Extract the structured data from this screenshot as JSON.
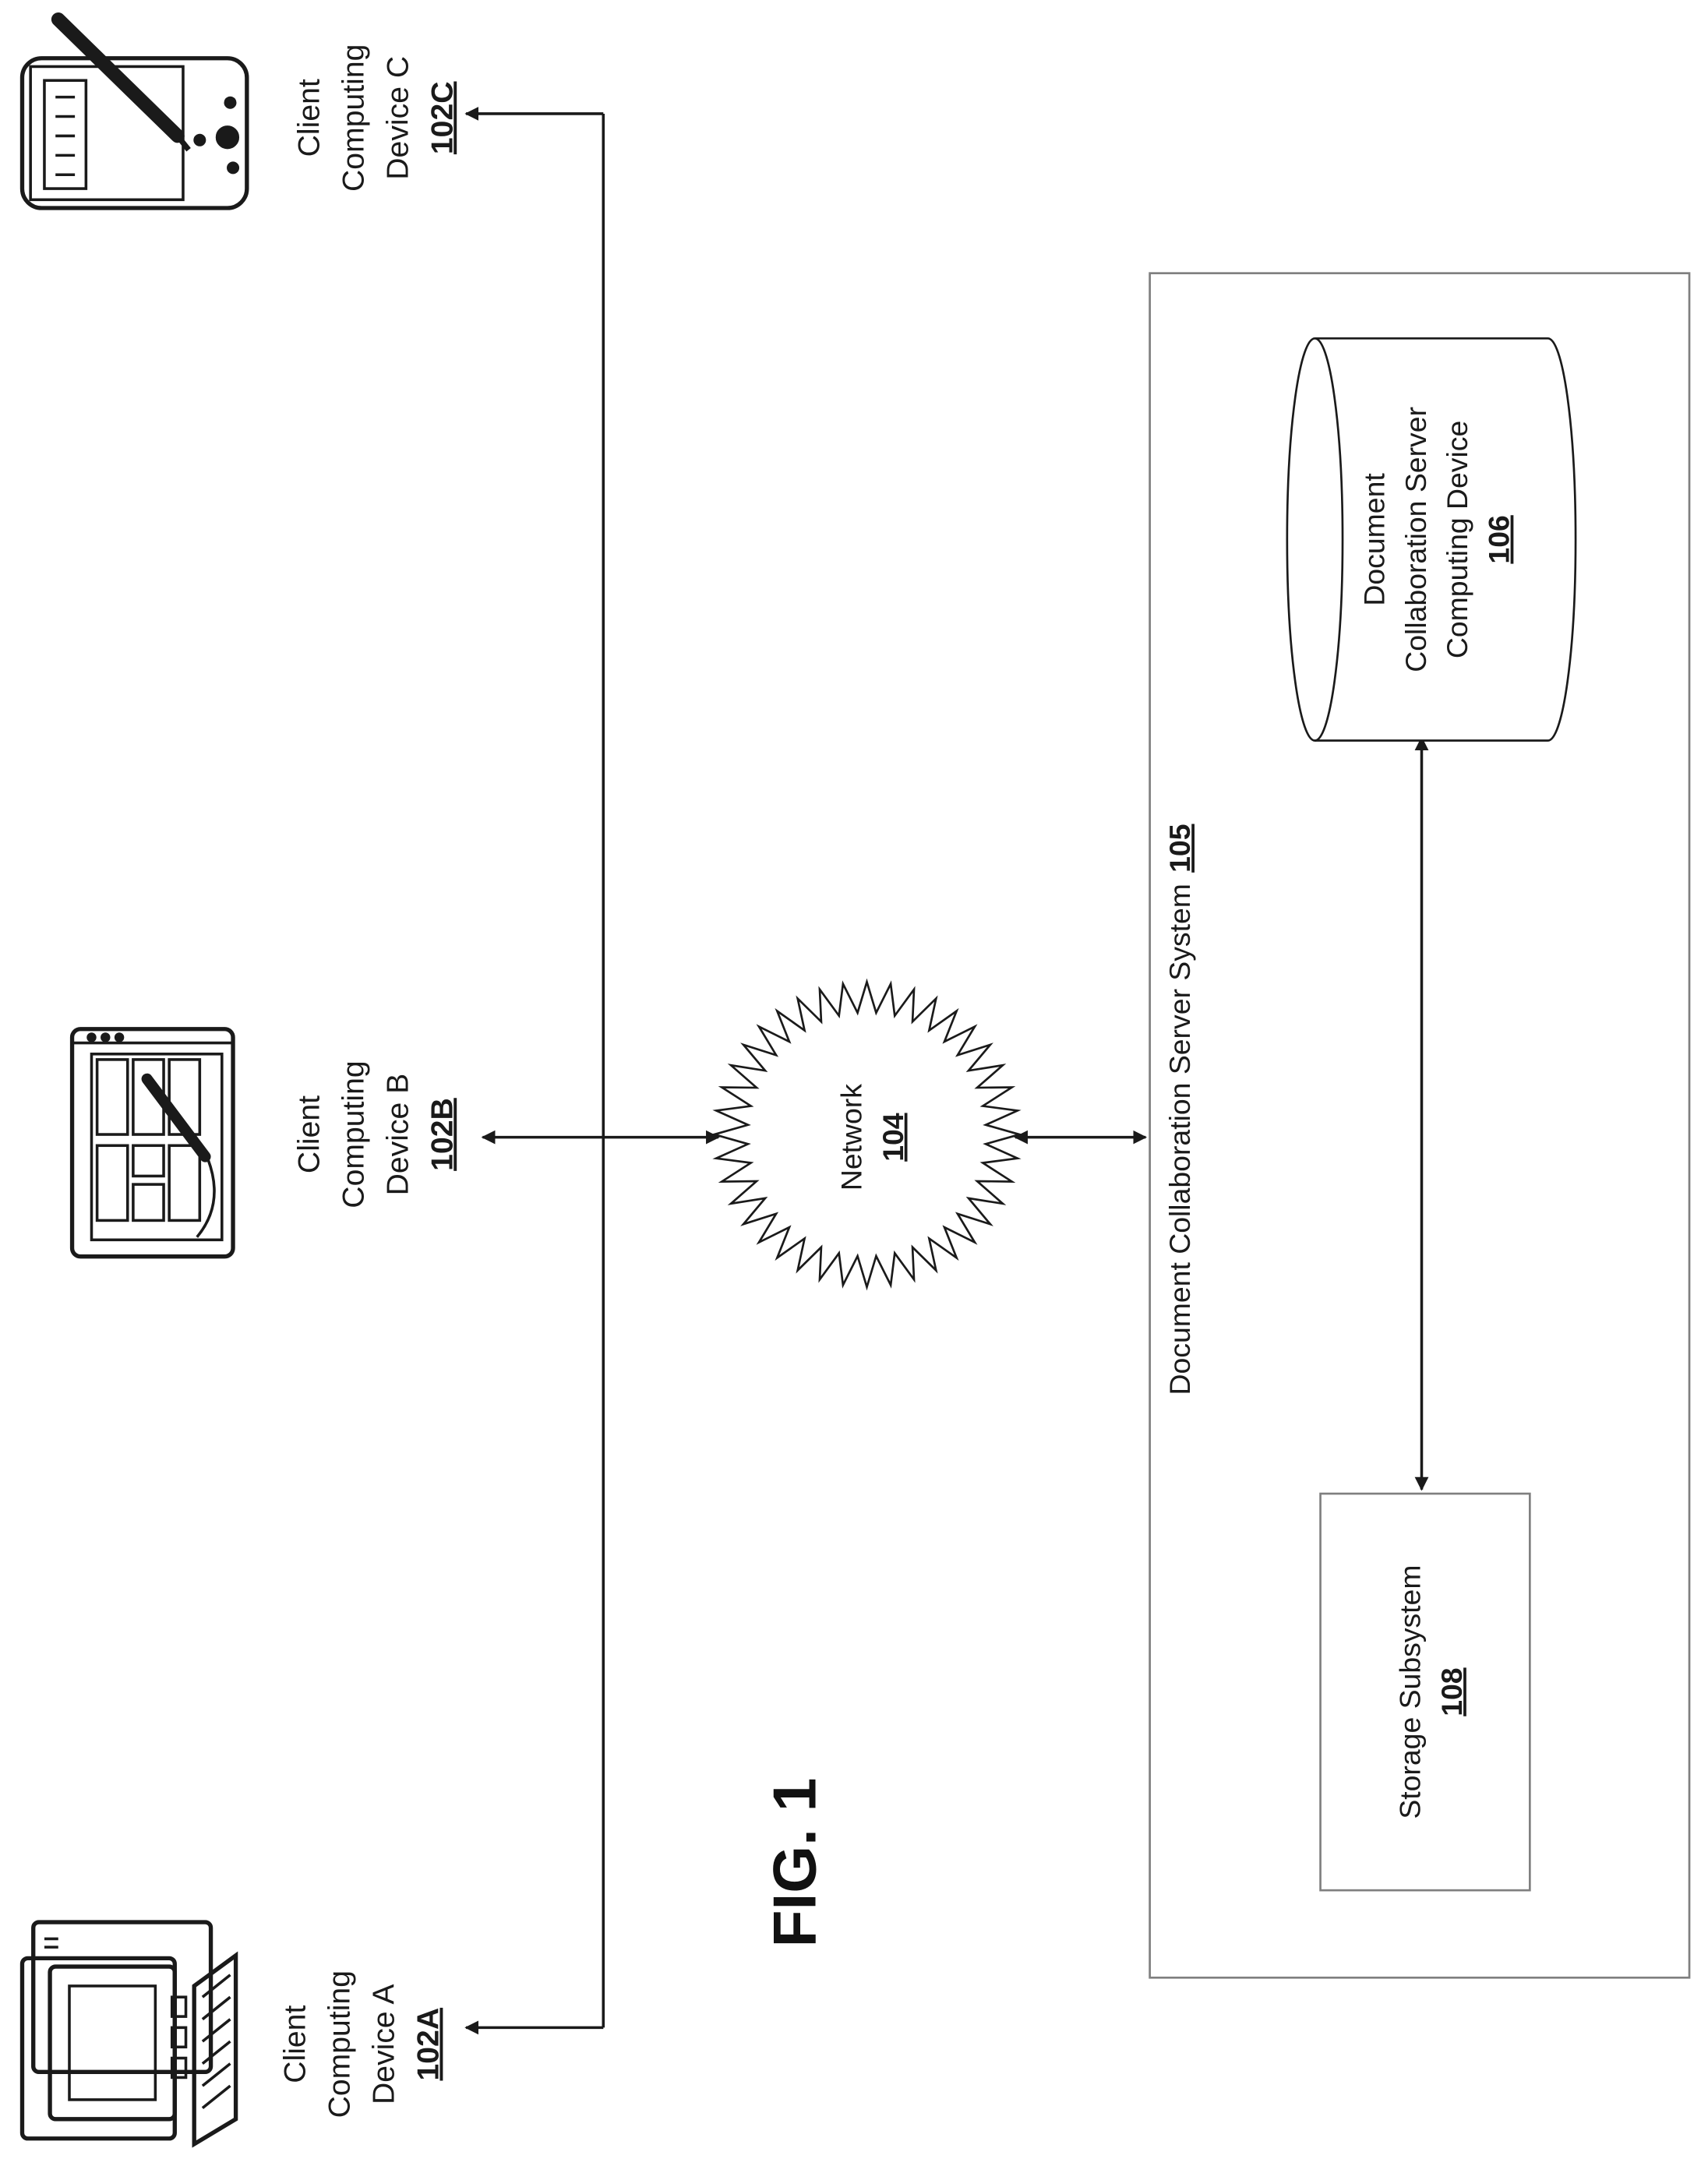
{
  "figure_label": "FIG. 1",
  "colors": {
    "line": "#1a1a1a",
    "box_border": "#7f7f7f",
    "background": "#ffffff"
  },
  "devices": {
    "a": {
      "line1": "Client",
      "line2": "Computing",
      "line3": "Device A",
      "ref": "102A",
      "icon": "desktop-computer-icon"
    },
    "b": {
      "line1": "Client",
      "line2": "Computing",
      "line3": "Device B",
      "ref": "102B",
      "icon": "tablet-icon"
    },
    "c": {
      "line1": "Client",
      "line2": "Computing",
      "line3": "Device C",
      "ref": "102C",
      "icon": "pda-icon"
    }
  },
  "network": {
    "label": "Network",
    "ref": "104"
  },
  "server_system": {
    "label": "Document Collaboration Server System",
    "ref": "105"
  },
  "server_device": {
    "line1": "Document",
    "line2": "Collaboration Server",
    "line3": "Computing Device",
    "ref": "106"
  },
  "storage": {
    "label": "Storage Subsystem",
    "ref": "108"
  }
}
